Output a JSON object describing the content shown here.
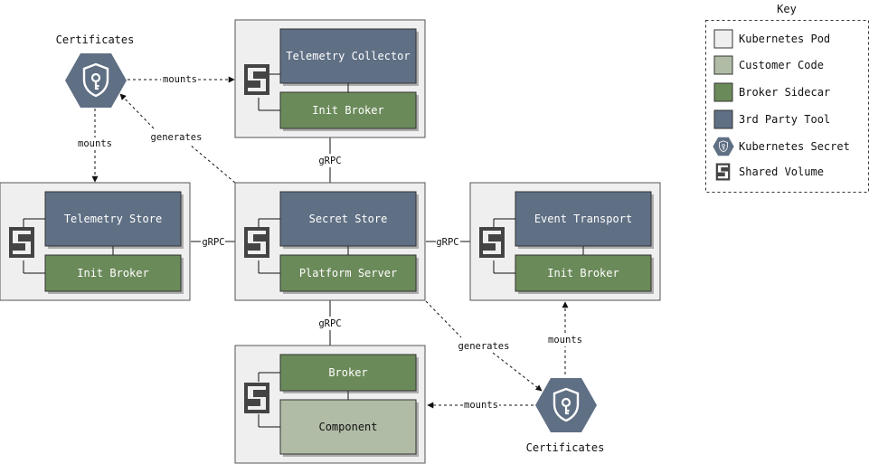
{
  "colors": {
    "pod_fill": "#efefef",
    "pod_stroke": "#555555",
    "customer_code": "#b0bca5",
    "broker_sidecar": "#6b8a5a",
    "third_party": "#5f6f84",
    "secret": "#5f6f84"
  },
  "pods": {
    "collector": {
      "top": "Telemetry Collector",
      "bottom": "Init Broker"
    },
    "store": {
      "top": "Telemetry Store",
      "bottom": "Init Broker"
    },
    "secret_store": {
      "top": "Secret Store",
      "bottom": "Platform Server"
    },
    "transport": {
      "top": "Event Transport",
      "bottom": "Init Broker"
    },
    "broker": {
      "top": "Broker",
      "bottom": "Component"
    }
  },
  "secrets": {
    "top_left": "Certificates",
    "bottom_right": "Certificates"
  },
  "edges": {
    "grpc_top": "gRPC",
    "grpc_left": "gRPC",
    "grpc_right": "gRPC",
    "grpc_bottom": "gRPC",
    "mounts_collector": "mounts",
    "mounts_store": "mounts",
    "generates_top": "generates",
    "generates_bottom": "generates",
    "mounts_transport": "mounts",
    "mounts_component": "mounts"
  },
  "key": {
    "title": "Key",
    "items": [
      "Kubernetes Pod",
      "Customer Code",
      "Broker Sidecar",
      "3rd Party Tool",
      "Kubernetes Secret",
      "Shared Volume"
    ]
  }
}
